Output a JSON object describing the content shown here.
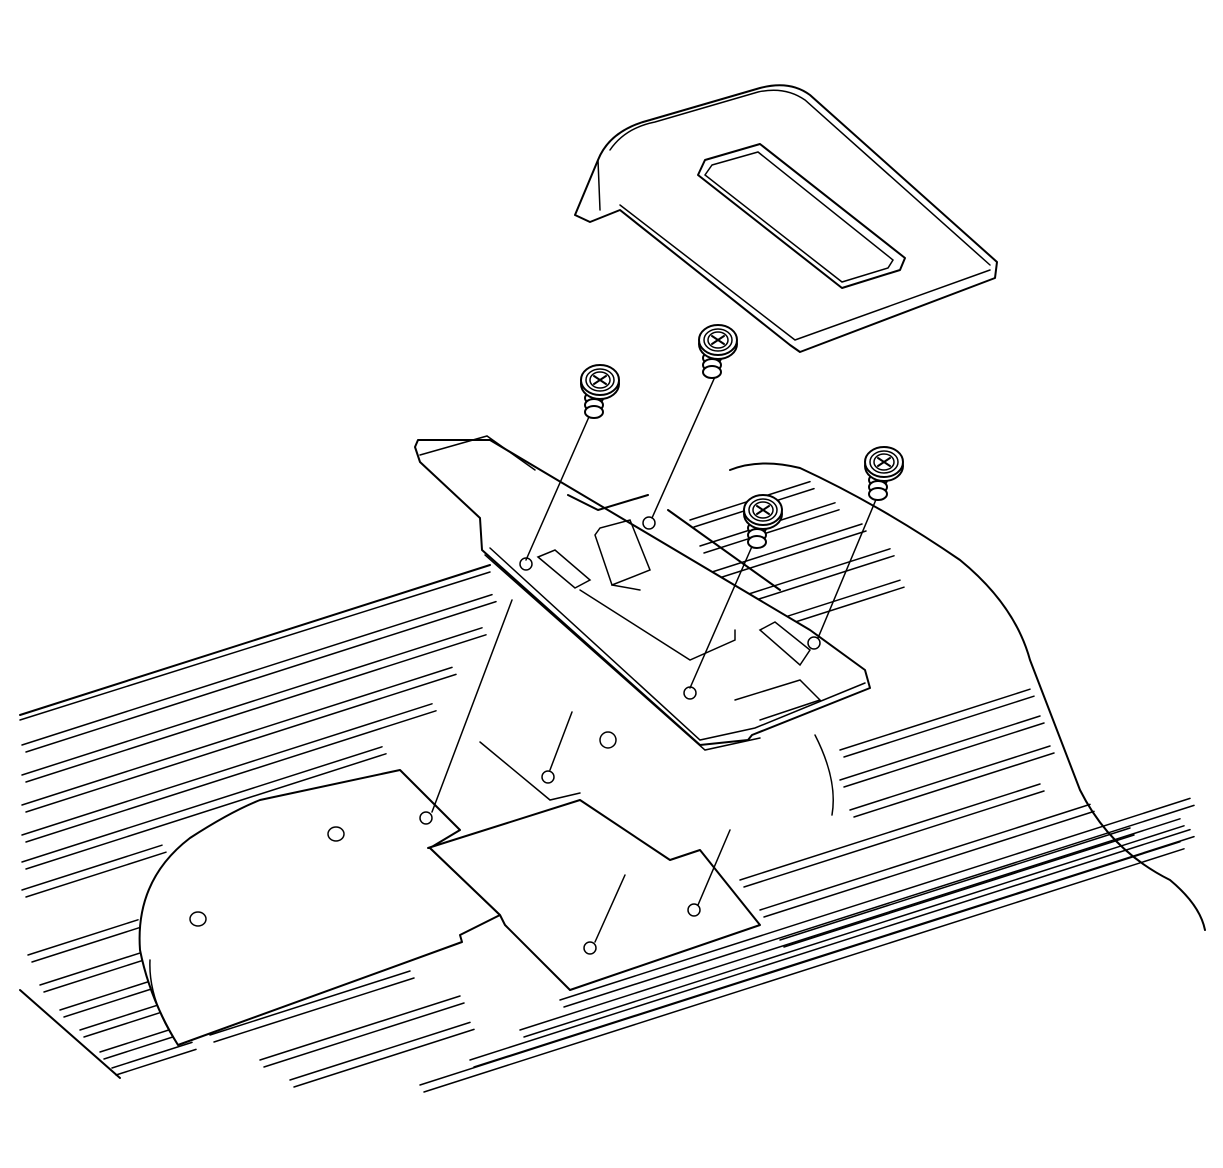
{
  "diagram": {
    "labels": [],
    "parts": [
      "floor-panel",
      "mounting-bracket",
      "cover",
      "screw"
    ],
    "screw_count": 4,
    "colors": {
      "line": "#000000",
      "background": "#ffffff"
    }
  }
}
